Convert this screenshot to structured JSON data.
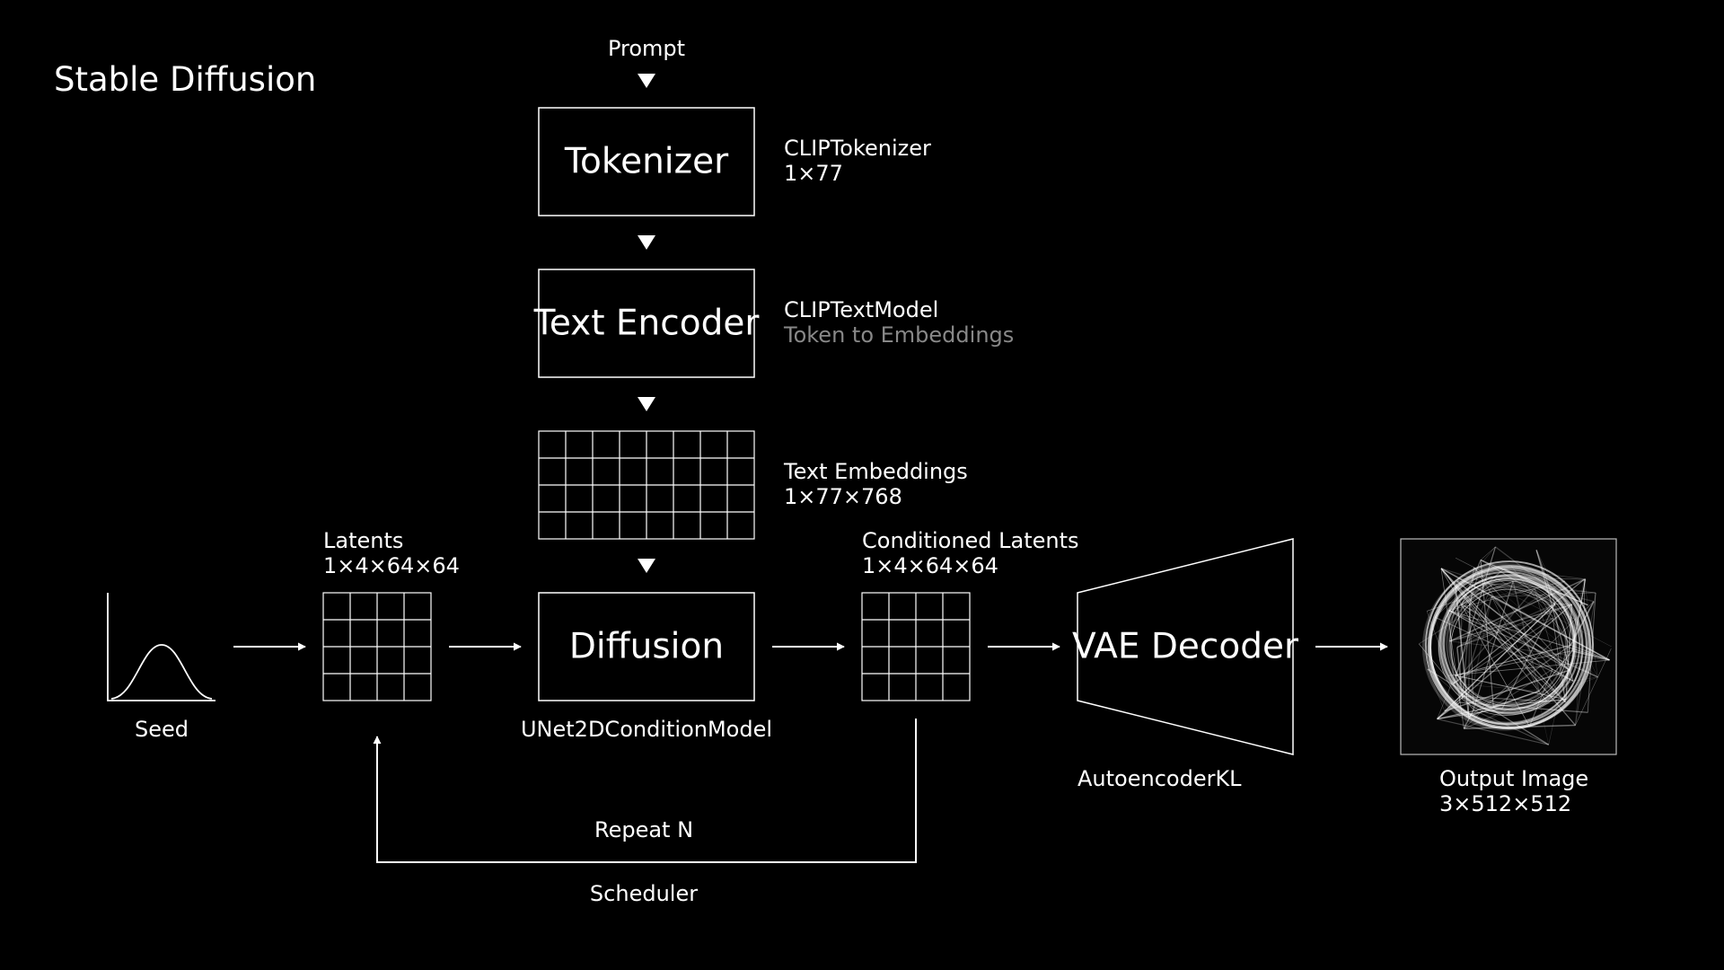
{
  "title": "Stable Diffusion",
  "prompt": {
    "label": "Prompt"
  },
  "tokenizer": {
    "label": "Tokenizer",
    "model": "CLIPTokenizer",
    "shape": "1×77"
  },
  "text_encoder": {
    "label": "Text Encoder",
    "model": "CLIPTextModel",
    "description": "Token to Embeddings"
  },
  "text_embeddings": {
    "label": "Text Embeddings",
    "shape": "1×77×768"
  },
  "seed": {
    "label": "Seed"
  },
  "latents": {
    "label": "Latents",
    "shape": "1×4×64×64"
  },
  "diffusion": {
    "label": "Diffusion",
    "model": "UNet2DConditionModel"
  },
  "conditioned_latents": {
    "label": "Conditioned Latents",
    "shape": "1×4×64×64"
  },
  "vae_decoder": {
    "label": "VAE Decoder",
    "model": "AutoencoderKL"
  },
  "output_image": {
    "label": "Output Image",
    "shape": "3×512×512"
  },
  "loop": {
    "repeat_label": "Repeat N",
    "scheduler_label": "Scheduler"
  },
  "colors": {
    "background": "#000000",
    "foreground": "#ffffff",
    "muted": "#888888"
  }
}
